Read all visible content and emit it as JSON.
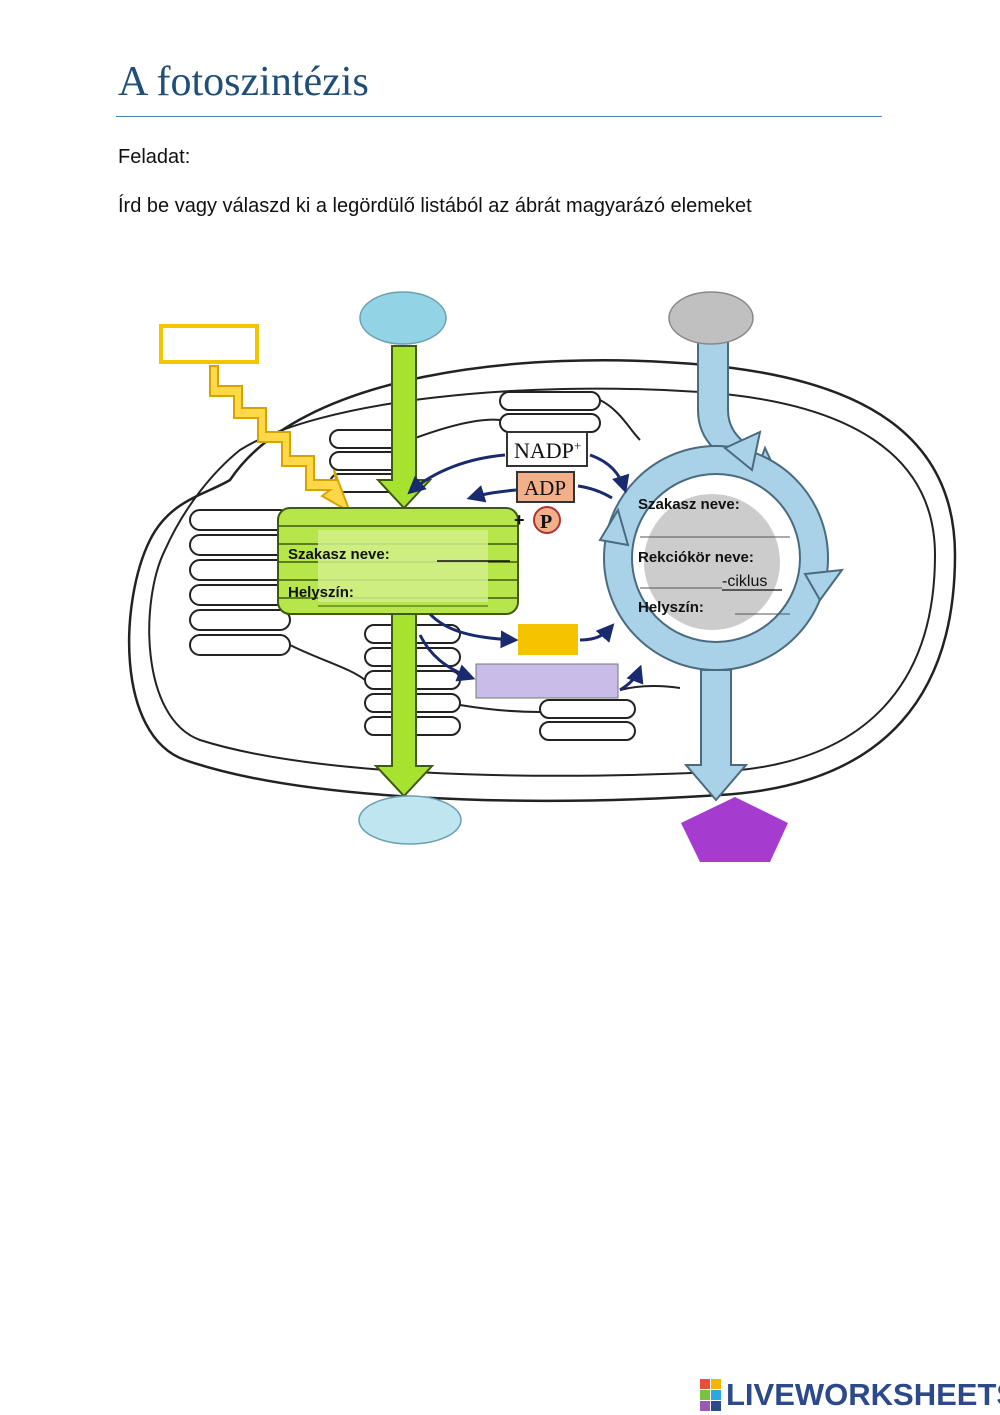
{
  "document": {
    "title": "A fotoszintézis",
    "task_label": "Feladat:",
    "task_text": "Írd be vagy válaszd ki a legördülő listából az ábrát magyarázó elemeket"
  },
  "diagram": {
    "nadp_label": "NADP",
    "nadp_superscript": "+",
    "adp_label": "ADP",
    "plus_label": "+",
    "phosphate_label": "P",
    "light_stage": {
      "stage_name_label": "Szakasz neve:",
      "location_label": "Helyszín:"
    },
    "dark_stage": {
      "stage_name_label": "Szakasz neve:",
      "cycle_name_label": "Rekciókör neve:",
      "cycle_suffix": "-ciklus",
      "location_label": "Helyszín:"
    }
  },
  "colors": {
    "green_arrow": "#a6e22e",
    "blue_arrow": "#a9d2e8",
    "light_box_outline": "#f5c400",
    "water_oval": "#92d4e6",
    "co2_oval": "#c0c0c0",
    "product_pentagon": "#a63ccf",
    "orange_box": "#f5c400",
    "lavender_box": "#c9bce8"
  },
  "branding": {
    "logo_text": "LIVEWORKSHEETS",
    "logo_icon": "liveworksheets-logo-icon"
  }
}
